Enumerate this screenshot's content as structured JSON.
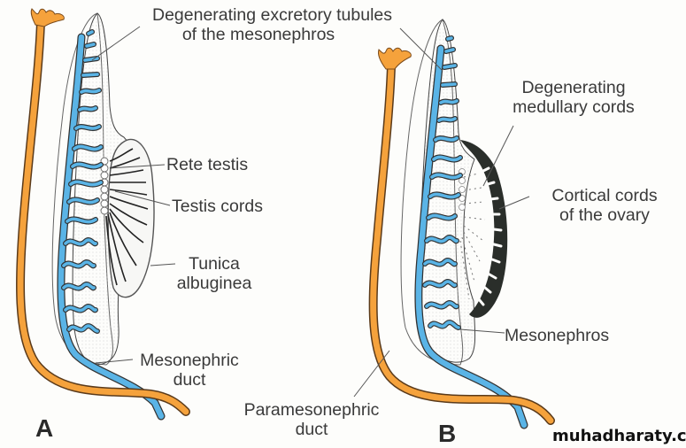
{
  "figure": {
    "panel_a": {
      "letter": "A",
      "labels": {
        "tubules_line1": "Degenerating excretory tubules",
        "tubules_line2": "of the mesonephros",
        "rete_testis": "Rete testis",
        "testis_cords": "Testis cords",
        "tunica_line1": "Tunica",
        "tunica_line2": "albuginea",
        "mesonephric_line1": "Mesonephric",
        "mesonephric_line2": "duct"
      }
    },
    "panel_b": {
      "letter": "B",
      "labels": {
        "medullary_line1": "Degenerating",
        "medullary_line2": "medullary cords",
        "cortical_line1": "Cortical cords",
        "cortical_line2": "of the ovary",
        "mesonephros": "Mesonephros",
        "paramesonephric_line1": "Paramesonephric",
        "paramesonephric_line2": "duct"
      }
    },
    "watermark": "muhadharaty.com",
    "colors": {
      "mesonephric_blue": "#5ab4e6",
      "paramesonephric_orange": "#f5a23c",
      "outline": "#333333",
      "cortex_dark": "#2a2e2a"
    }
  }
}
